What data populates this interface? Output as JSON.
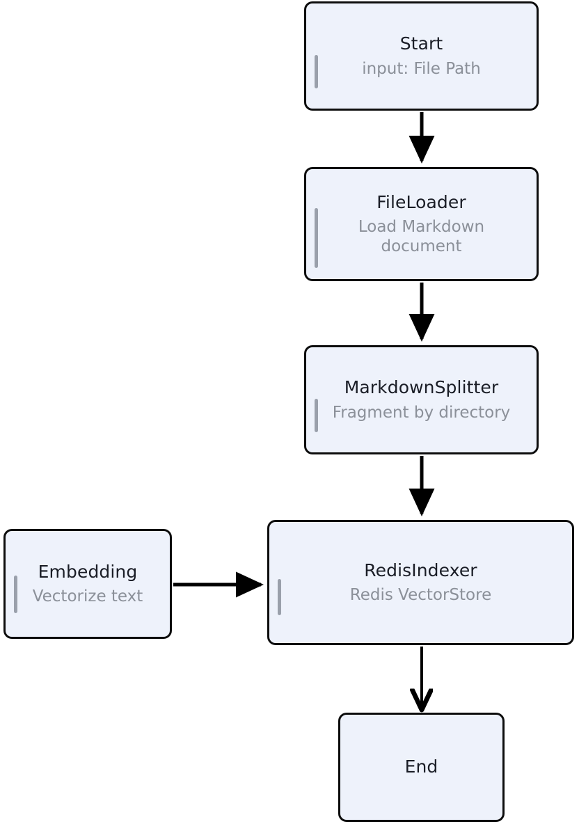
{
  "diagram": {
    "type": "flowchart",
    "orientation": "top-to-bottom",
    "background_color": "#ffffff",
    "node_fill_color": "#eef2fb",
    "node_border_color": "#0d0d0d",
    "title_text_color": "#1a1d26",
    "subtitle_text_color": "#8b9099",
    "accent_bar_color": "#9aa0ab",
    "edge_color": "#000000",
    "nodes": [
      {
        "id": "start",
        "title": "Start",
        "subtitle": "input: File Path"
      },
      {
        "id": "fileloader",
        "title": "FileLoader",
        "subtitle": "Load Markdown document"
      },
      {
        "id": "splitter",
        "title": "MarkdownSplitter",
        "subtitle": "Fragment by directory"
      },
      {
        "id": "redis",
        "title": "RedisIndexer",
        "subtitle": "Redis VectorStore"
      },
      {
        "id": "embedding",
        "title": "Embedding",
        "subtitle": "Vectorize text"
      },
      {
        "id": "end",
        "title": "End",
        "subtitle": ""
      }
    ],
    "edges": [
      {
        "from": "start",
        "to": "fileloader",
        "direction": "down",
        "label": ""
      },
      {
        "from": "fileloader",
        "to": "splitter",
        "direction": "down",
        "label": ""
      },
      {
        "from": "splitter",
        "to": "redis",
        "direction": "down",
        "label": ""
      },
      {
        "from": "embedding",
        "to": "redis",
        "direction": "right",
        "label": ""
      },
      {
        "from": "redis",
        "to": "end",
        "direction": "down",
        "label": ""
      }
    ]
  }
}
